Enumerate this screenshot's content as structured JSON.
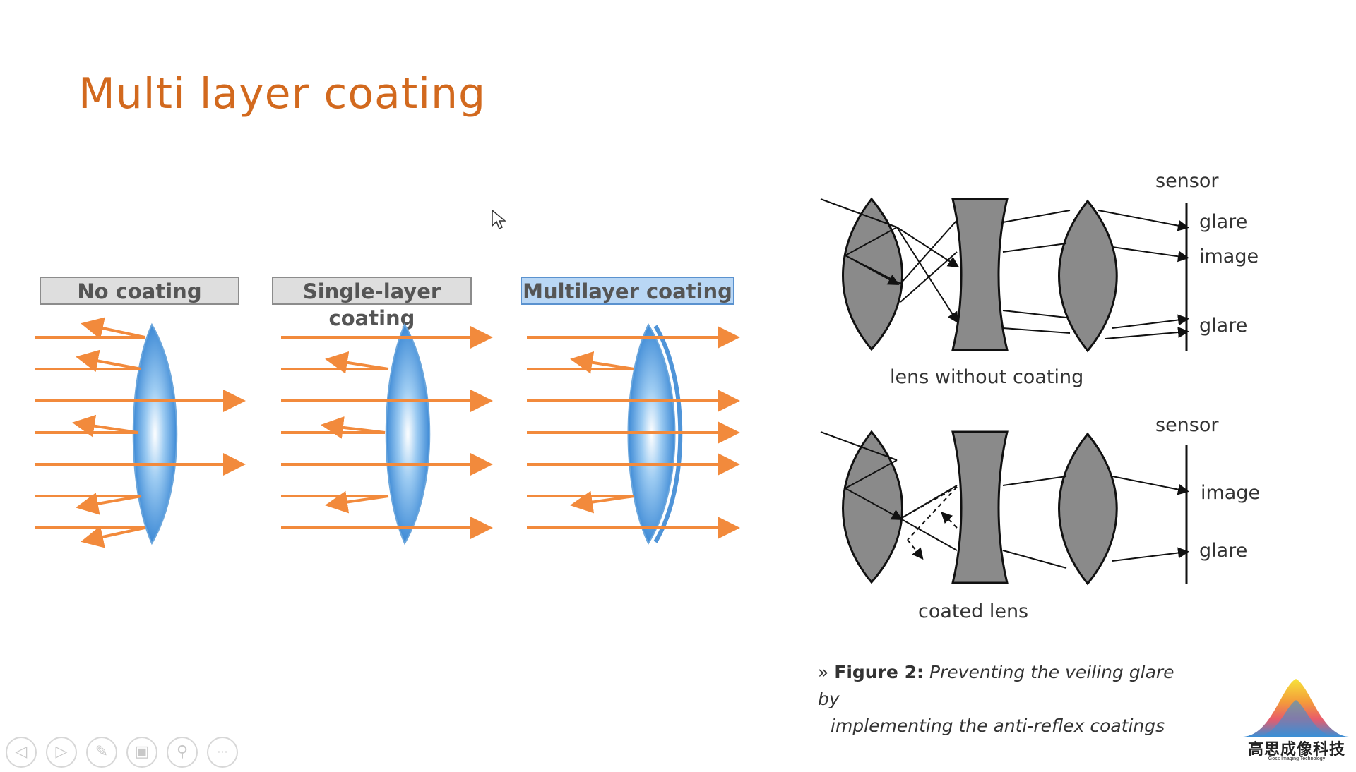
{
  "slide": {
    "title": "Multi layer coating"
  },
  "left_figure": {
    "panels": [
      {
        "label": "No coating"
      },
      {
        "label": "Single-layer coating"
      },
      {
        "label": "Multilayer coating"
      }
    ]
  },
  "right_figure": {
    "top": {
      "sensor_label": "sensor",
      "labels": [
        "glare",
        "image",
        "glare"
      ],
      "caption": "lens without coating"
    },
    "bottom": {
      "sensor_label": "sensor",
      "labels": [
        "image",
        "glare"
      ],
      "caption": "coated lens"
    }
  },
  "figure_caption": {
    "bullet": "»",
    "lead": "Figure 2:",
    "line1": "Preventing the veiling glare by",
    "line2": "implementing the anti-reflex coatings"
  },
  "toolbar": {
    "buttons": [
      {
        "icon": "previous-icon",
        "glyph": "◁"
      },
      {
        "icon": "next-icon",
        "glyph": "▷"
      },
      {
        "icon": "pen-icon",
        "glyph": "✎"
      },
      {
        "icon": "slides-icon",
        "glyph": "▣"
      },
      {
        "icon": "zoom-icon",
        "glyph": "⚲"
      },
      {
        "icon": "more-icon",
        "glyph": "···"
      }
    ]
  },
  "logo": {
    "text": "高思成像科技",
    "subtext": "Goss Imaging Technology"
  },
  "colors": {
    "title": "#d2691e",
    "ray": "#f28a3c",
    "lens_blue": "#2a7fd1",
    "lens_gray": "#8a8a8a"
  }
}
